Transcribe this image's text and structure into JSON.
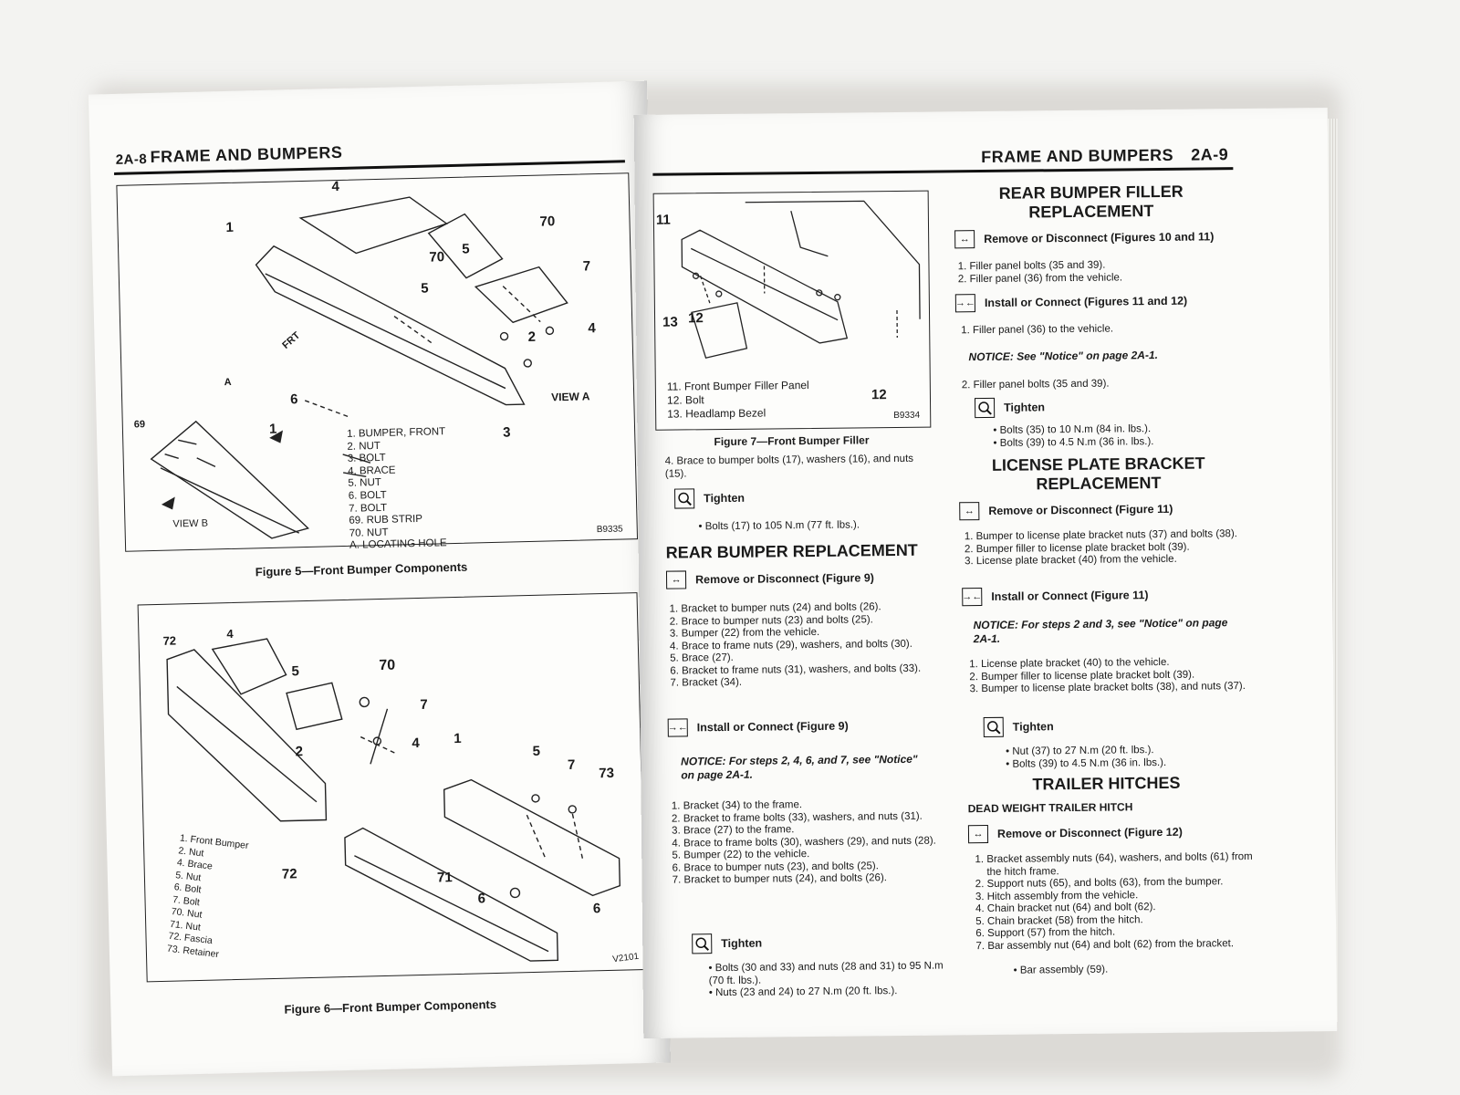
{
  "left_page": {
    "header_page": "2A-8",
    "header_title": "FRAME AND BUMPERS",
    "figure5": {
      "callouts": [
        "4",
        "1",
        "70",
        "70",
        "5",
        "5",
        "7",
        "2",
        "4",
        "6",
        "3",
        "69",
        "A",
        "1"
      ],
      "view_a": "VIEW A",
      "view_b": "VIEW B",
      "frt": "FRT",
      "legend": [
        "1. BUMPER, FRONT",
        "2. NUT",
        "3. BOLT",
        "4. BRACE",
        "5. NUT",
        "6. BOLT",
        "7. BOLT",
        "69. RUB STRIP",
        "70. NUT",
        "A. LOCATING HOLE"
      ],
      "code": "B9335",
      "caption": "Figure 5—Front Bumper Components"
    },
    "figure6": {
      "callouts": [
        "72",
        "4",
        "5",
        "70",
        "7",
        "2",
        "4",
        "1",
        "5",
        "7",
        "73",
        "72",
        "71",
        "6",
        "6"
      ],
      "legend": [
        "1. Front Bumper",
        "2. Nut",
        "4. Brace",
        "5. Nut",
        "6. Bolt",
        "7. Bolt",
        "70. Nut",
        "71. Nut",
        "72. Fascia",
        "73. Retainer"
      ],
      "code": "V2101",
      "caption": "Figure 6—Front Bumper Components"
    }
  },
  "right_page": {
    "header_title": "FRAME AND BUMPERS",
    "header_page": "2A-9",
    "figure7": {
      "callouts": [
        "11",
        "13",
        "12",
        "12"
      ],
      "legend": [
        "11. Front Bumper Filler Panel",
        "12. Bolt",
        "13. Headlamp Bezel"
      ],
      "code": "B9334",
      "caption": "Figure 7—Front Bumper Filler"
    },
    "col1": {
      "step4": "4. Brace to bumper bolts (17), washers (16), and nuts (15).",
      "tighten1": "Tighten",
      "tighten1_items": [
        "Bolts (17) to 105 N.m (77 ft. lbs.)."
      ],
      "rear_bumper_title": "REAR BUMPER REPLACEMENT",
      "remove_label": "Remove or Disconnect (Figure 9)",
      "remove_steps": [
        "Bracket to bumper nuts (24) and bolts (26).",
        "Brace to bumper nuts (23) and bolts (25).",
        "Bumper (22) from the vehicle.",
        "Brace to frame nuts (29), washers, and bolts (30).",
        "Brace (27).",
        "Bracket to frame nuts (31), washers, and bolts (33).",
        "Bracket (34)."
      ],
      "install_label": "Install or Connect (Figure 9)",
      "notice": "NOTICE: For steps 2, 4, 6, and 7, see \"Notice\" on page 2A-1.",
      "install_steps": [
        "Bracket (34) to the frame.",
        "Bracket to frame bolts (33), washers, and nuts (31).",
        "Brace (27) to the frame.",
        "Brace to frame bolts (30), washers (29), and nuts (28).",
        "Bumper (22) to the vehicle.",
        "Brace to bumper nuts (23), and bolts (25).",
        "Bracket to bumper nuts (24), and bolts (26)."
      ],
      "tighten2": "Tighten",
      "tighten2_items": [
        "Bolts (30 and 33) and nuts (28 and 31) to 95 N.m (70 ft. lbs.).",
        "Nuts (23 and 24) to 27 N.m (20 ft. lbs.)."
      ]
    },
    "col2": {
      "filler_title": "REAR BUMPER FILLER REPLACEMENT",
      "filler_remove": "Remove or Disconnect (Figures 10 and 11)",
      "filler_remove_steps": [
        "Filler panel bolts (35 and 39).",
        "Filler panel (36) from the vehicle."
      ],
      "filler_install": "Install or Connect (Figures 11 and 12)",
      "filler_install_step1": "1. Filler panel (36) to the vehicle.",
      "filler_notice": "NOTICE: See \"Notice\" on page 2A-1.",
      "filler_install_step2": "2. Filler panel bolts (35 and 39).",
      "tighten3": "Tighten",
      "tighten3_items": [
        "Bolts (35) to 10 N.m (84 in. lbs.).",
        "Bolts (39) to 4.5 N.m (36 in. lbs.)."
      ],
      "license_title": "LICENSE PLATE BRACKET REPLACEMENT",
      "license_remove": "Remove or Disconnect (Figure 11)",
      "license_remove_steps": [
        "Bumper to license plate bracket nuts (37) and bolts (38).",
        "Bumper filler to license plate bracket bolt (39).",
        "License plate bracket (40) from the vehicle."
      ],
      "license_install": "Install or Connect (Figure 11)",
      "license_notice": "NOTICE: For steps 2 and 3, see \"Notice\" on page 2A-1.",
      "license_install_steps": [
        "License plate bracket (40) to the vehicle.",
        "Bumper filler to license plate bracket bolt (39).",
        "Bumper to license plate bracket bolts (38), and nuts (37)."
      ],
      "tighten4": "Tighten",
      "tighten4_items": [
        "Nut (37) to 27 N.m (20 ft. lbs.).",
        "Bolts (39) to 4.5 N.m (36 in. lbs.)."
      ],
      "hitch_title": "TRAILER HITCHES",
      "hitch_sub": "DEAD WEIGHT TRAILER HITCH",
      "hitch_remove": "Remove or Disconnect (Figure 12)",
      "hitch_steps": [
        "Bracket assembly nuts (64), washers, and bolts (61) from the hitch frame.",
        "Support nuts (65), and bolts (63), from the bumper.",
        "Hitch assembly from the vehicle.",
        "Chain bracket nut (64) and bolt (62).",
        "Chain bracket (58) from the hitch.",
        "Support (57) from the hitch.",
        "Bar assembly nut (64) and bolt (62) from the bracket."
      ],
      "hitch_item": "Bar assembly (59)."
    }
  },
  "icons": {
    "remove": "remove-arrows-icon",
    "install": "install-arrows-icon",
    "tighten": "torque-wrench-icon"
  }
}
